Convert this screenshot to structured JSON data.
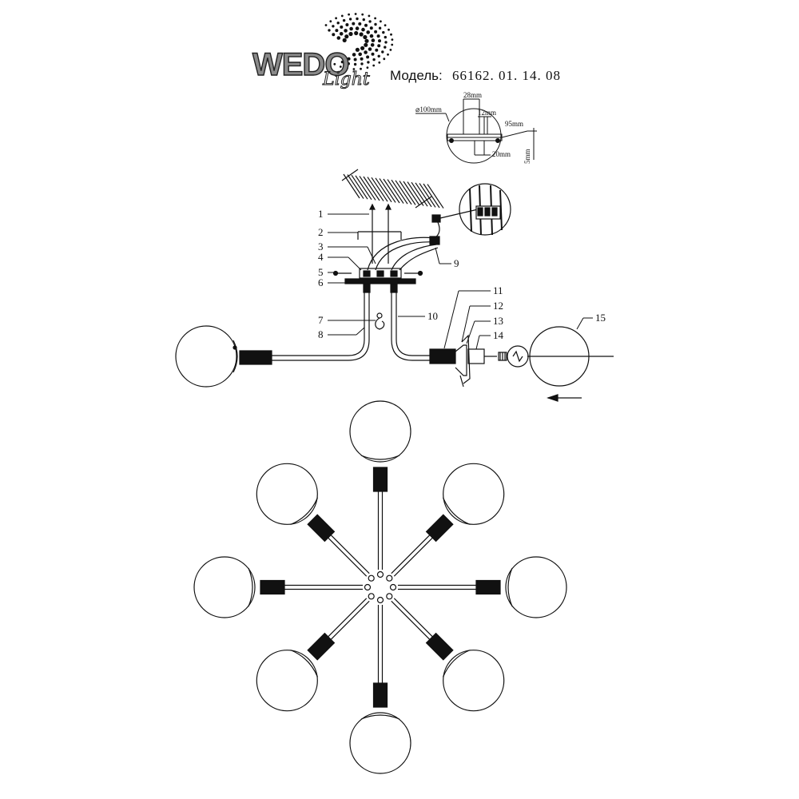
{
  "brand": {
    "name": "WEDO",
    "sub": "Light",
    "model_label": "Модель:",
    "model_number": "66162. 01. 14. 08"
  },
  "dimensions": {
    "diameter": "⌀100mm",
    "d28": "28mm",
    "d12": "12mm",
    "d95": "95mm",
    "d20": "20mm",
    "d5": "5mm"
  },
  "part_labels": [
    "1",
    "2",
    "3",
    "4",
    "5",
    "6",
    "7",
    "8",
    "9",
    "10",
    "11",
    "12",
    "13",
    "14",
    "15"
  ],
  "arms_count": 8
}
